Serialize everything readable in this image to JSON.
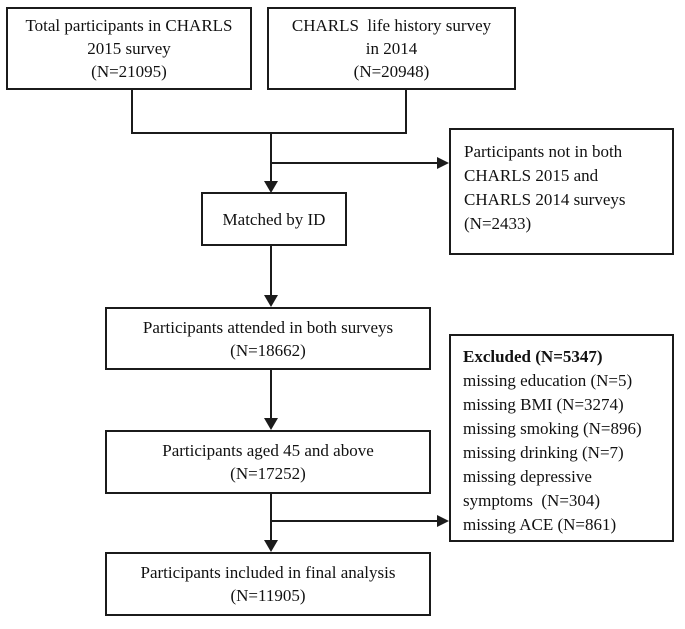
{
  "diagram": {
    "boxes": {
      "charls2015": {
        "lines": [
          "Total participants in CHARLS",
          "2015 survey",
          "(N=21095)"
        ]
      },
      "charls2014": {
        "lines": [
          "CHARLS  life history survey",
          "in 2014",
          "(N=20948)"
        ]
      },
      "matched": {
        "label": "Matched by ID"
      },
      "not_in_both": {
        "lines": [
          "Participants not in both",
          "CHARLS 2015 and",
          "CHARLS 2014 surveys",
          "(N=2433)"
        ]
      },
      "attended": {
        "lines": [
          "Participants attended in both surveys",
          "(N=18662)"
        ]
      },
      "aged45": {
        "lines": [
          "Participants aged 45 and above",
          "(N=17252)"
        ]
      },
      "excluded": {
        "title": "Excluded (N=5347)",
        "lines": [
          "missing education (N=5)",
          "missing BMI (N=3274)",
          "missing smoking (N=896)",
          "missing drinking (N=7)",
          "missing depressive",
          "symptoms  (N=304)",
          "missing ACE (N=861)"
        ]
      },
      "final": {
        "lines": [
          "Participants included in final analysis",
          "(N=11905)"
        ]
      }
    },
    "colors": {
      "background": "#ffffff",
      "line": "#1b1b1b",
      "box_border": "#1b1b1b",
      "text": "#111111"
    }
  }
}
